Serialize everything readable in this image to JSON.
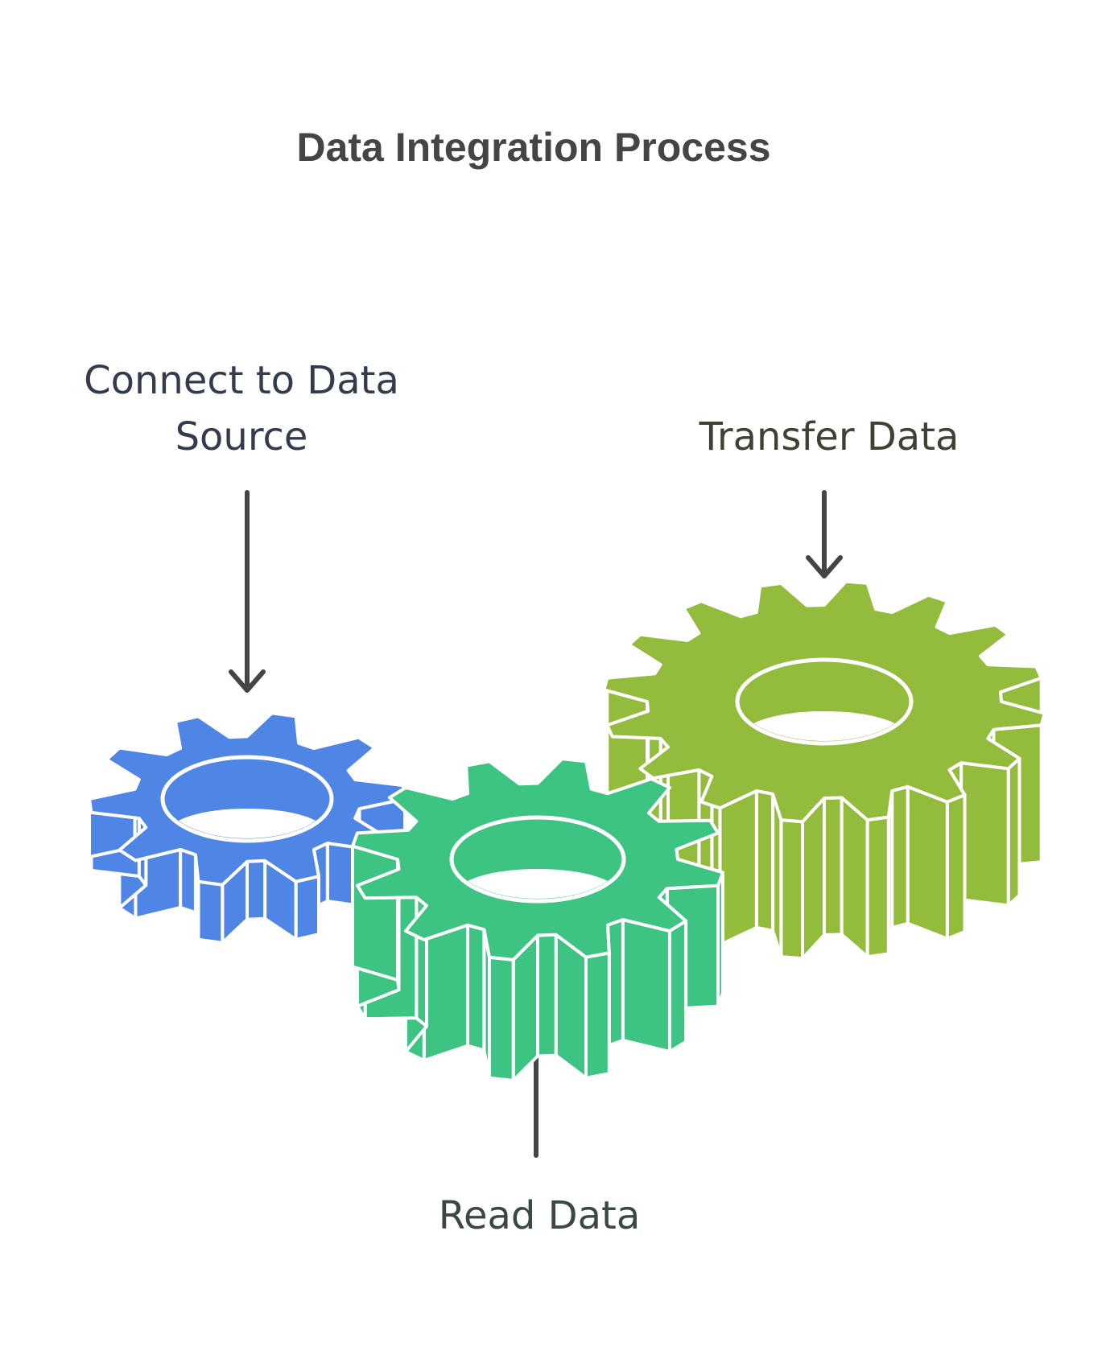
{
  "title": "Data Integration Process",
  "steps": [
    {
      "label_lines": [
        "Connect to Data",
        "Source"
      ],
      "color": "#4f85e5",
      "icon": "gear-icon"
    },
    {
      "label_lines": [
        "Read Data"
      ],
      "color": "#3ec482",
      "icon": "gear-icon"
    },
    {
      "label_lines": [
        "Transfer Data"
      ],
      "color": "#93bb3c",
      "icon": "gear-icon"
    }
  ],
  "colors": {
    "blue": "#4f85e5",
    "blue_dark": "#3c6fd0",
    "green": "#3ec482",
    "green_dark": "#2ea96c",
    "lime": "#93bb3c",
    "lime_dark": "#7ca12e",
    "arrow": "#454545"
  }
}
